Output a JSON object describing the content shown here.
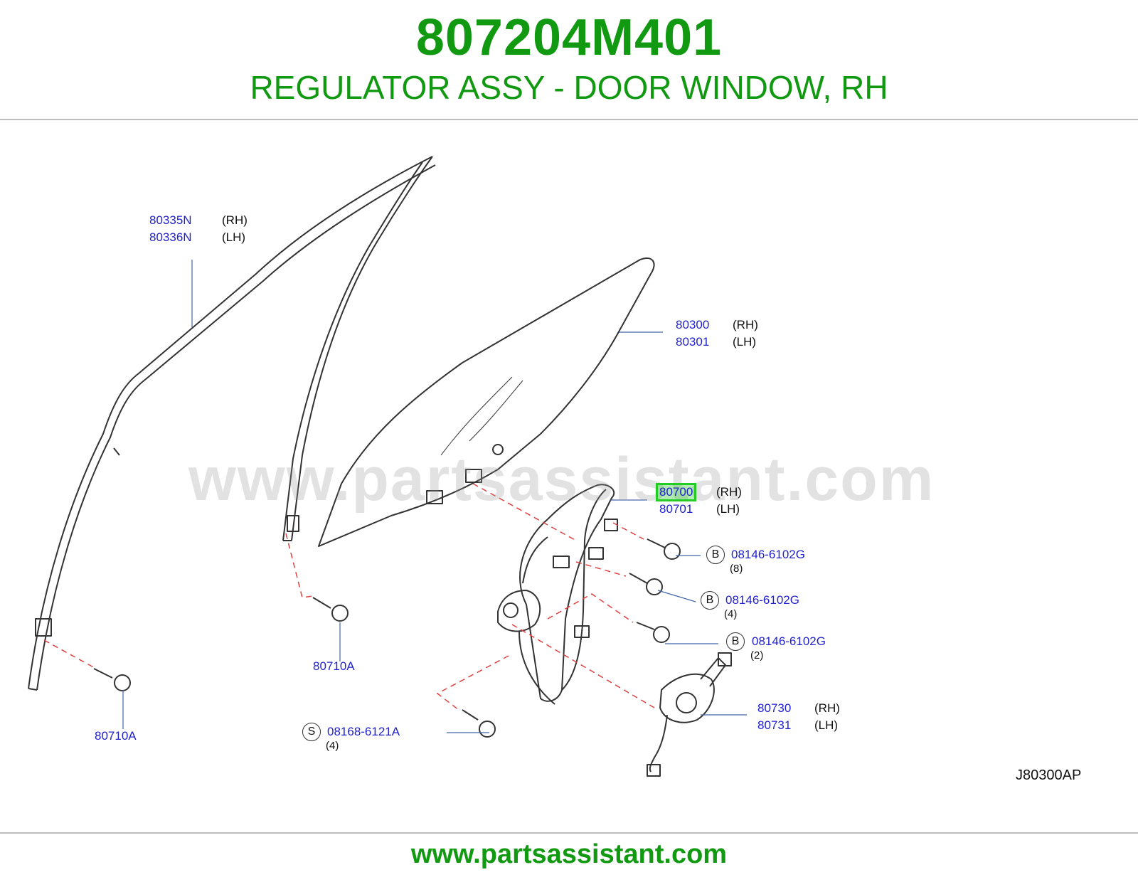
{
  "header": {
    "part_number": "807204M401",
    "description": "REGULATOR ASSY - DOOR WINDOW, RH"
  },
  "watermark": "www.partsassistant.com",
  "footer": {
    "url": "www.partsassistant.com"
  },
  "diagram_ref": "J80300AP",
  "callouts": {
    "c80335": {
      "rh": "80335N",
      "lh": "80336N",
      "rh_side": "(RH)",
      "lh_side": "(LH)"
    },
    "c80300": {
      "rh": "80300",
      "lh": "80301",
      "rh_side": "(RH)",
      "lh_side": "(LH)"
    },
    "c80700": {
      "rh": "80700",
      "lh": "80701",
      "rh_side": "(RH)",
      "lh_side": "(LH)"
    },
    "c80730": {
      "rh": "80730",
      "lh": "80731",
      "rh_side": "(RH)",
      "lh_side": "(LH)"
    },
    "bolt1": {
      "letter": "B",
      "part": "08146-6102G",
      "qty": "(8)"
    },
    "bolt2": {
      "letter": "B",
      "part": "08146-6102G",
      "qty": "(4)"
    },
    "bolt3": {
      "letter": "B",
      "part": "08146-6102G",
      "qty": "(2)"
    },
    "screw_s": {
      "letter": "S",
      "part": "08168-6121A",
      "qty": "(4)"
    },
    "p80710a_mid": "80710A",
    "p80710a_left": "80710A"
  },
  "colors": {
    "brand_green": "#119911",
    "part_blue": "#1f1fcc",
    "highlight": "#22cc22"
  }
}
